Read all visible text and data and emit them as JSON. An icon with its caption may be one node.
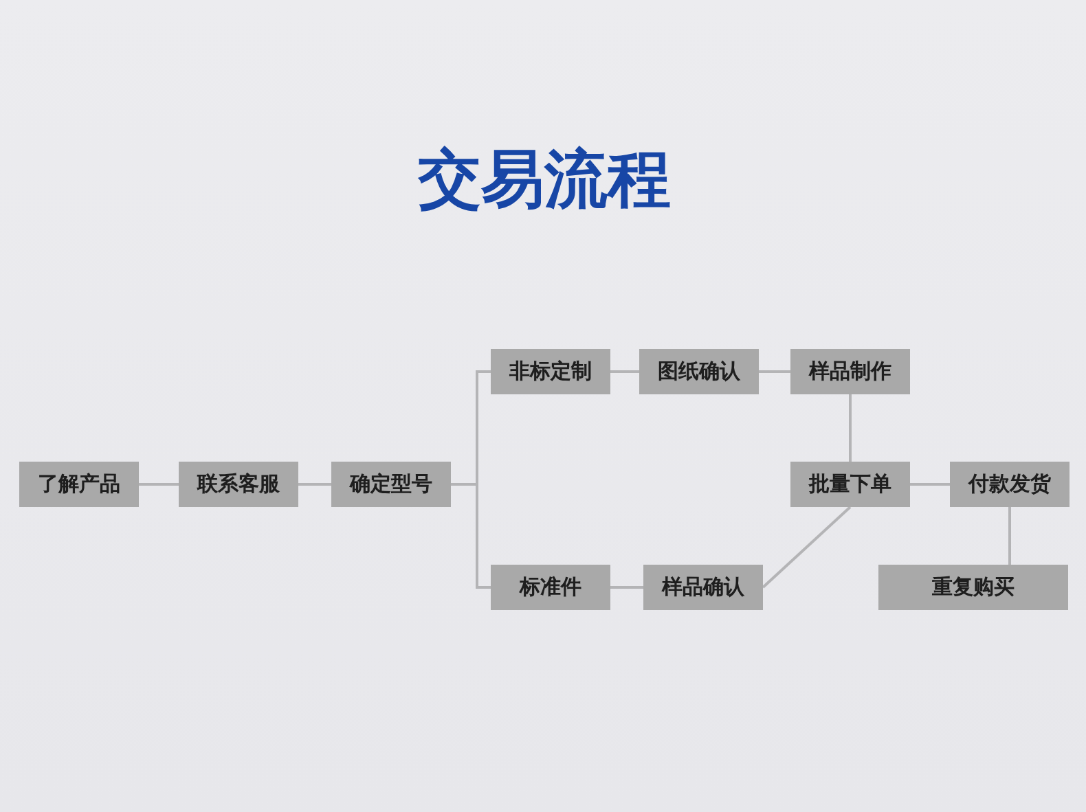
{
  "diagram": {
    "title": "交易流程",
    "nodes": [
      {
        "text": [
          "了解产品"
        ]
      },
      {
        "text": [
          "联系客服"
        ]
      },
      {
        "text": [
          "确定型号"
        ]
      },
      {
        "text": [
          "非标定制"
        ]
      },
      {
        "text": [
          "图纸确认"
        ]
      },
      {
        "text": [
          "样品制作"
        ]
      },
      {
        "text": [
          "批量下单"
        ]
      },
      {
        "text": [
          "付款发货"
        ]
      },
      {
        "text": [
          "标准件"
        ]
      },
      {
        "text": [
          "样品确认"
        ]
      },
      {
        "text": [
          "重复购买"
        ]
      }
    ],
    "edges": [
      {
        "from": 0,
        "to": 1,
        "arrow": "none"
      },
      {
        "from": 1,
        "to": 2,
        "arrow": "none"
      },
      {
        "from": 2,
        "to": 3,
        "arrow": "none"
      },
      {
        "from": 2,
        "to": 8,
        "arrow": "none"
      },
      {
        "from": 3,
        "to": 4,
        "arrow": "none"
      },
      {
        "from": 4,
        "to": 5,
        "arrow": "none"
      },
      {
        "from": 5,
        "to": 6,
        "arrow": "none"
      },
      {
        "from": 8,
        "to": 9,
        "arrow": "none"
      },
      {
        "from": 9,
        "to": 6,
        "arrow": "none"
      },
      {
        "from": 6,
        "to": 7,
        "arrow": "none"
      },
      {
        "from": 7,
        "to": 10,
        "arrow": "none"
      }
    ]
  }
}
